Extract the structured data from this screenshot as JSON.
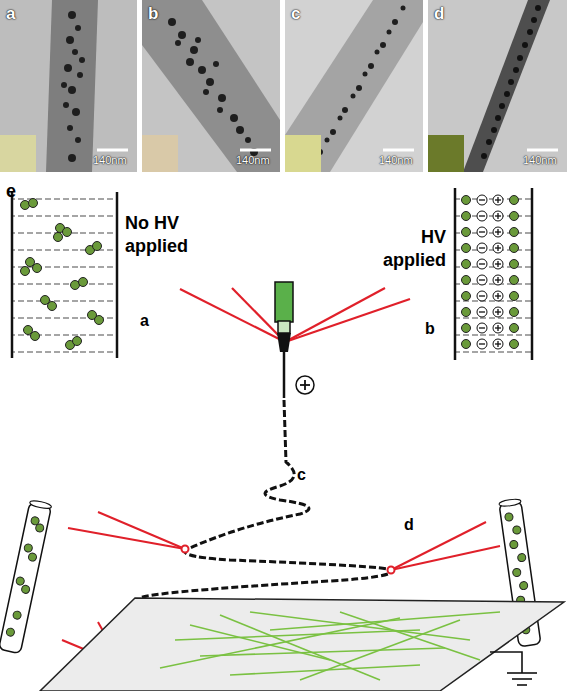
{
  "diagram": {
    "labels": [
      "a",
      "140nm",
      "b",
      "140nm",
      "c",
      "140nm",
      "d",
      "140nm",
      "e",
      "No HV applied",
      "HV applied",
      "a",
      "b",
      "c",
      "d"
    ]
  }
}
